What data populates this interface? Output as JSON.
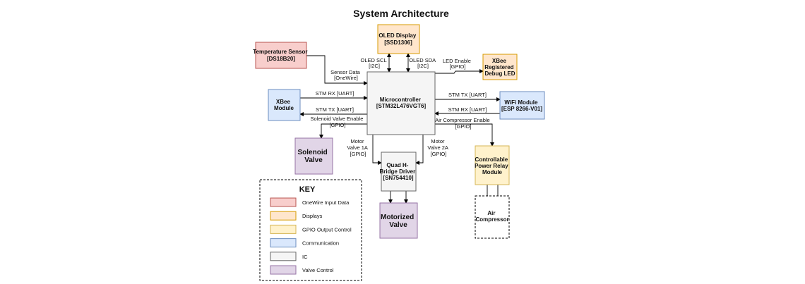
{
  "title": "System Architecture",
  "colors": {
    "red": "#f8cecc",
    "red_stroke": "#b85450",
    "orange": "#ffe6cc",
    "orange_stroke": "#d79b00",
    "yellow": "#fff2cc",
    "yellow_stroke": "#d6b656",
    "blue": "#dae8fc",
    "blue_stroke": "#6c8ebf",
    "gray": "#f5f5f5",
    "gray_stroke": "#666666",
    "purple": "#e1d5e7",
    "purple_stroke": "#9673a6"
  },
  "blocks": {
    "temp_sensor": [
      "Temperature Sensor",
      "[DS18B20]"
    ],
    "oled": [
      "OLED Display",
      "[SSD1306]"
    ],
    "xbee_led": [
      "XBee",
      "Registered",
      "Debug LED"
    ],
    "xbee_module": [
      "XBee",
      "Module"
    ],
    "mcu": [
      "Microcontroller",
      "[STM32L476VGT6]"
    ],
    "wifi": [
      "WiFi Module",
      "[ESP 8266-V01]"
    ],
    "solenoid": [
      "Solenoid",
      "Valve"
    ],
    "hbridge": [
      "Quad H-",
      "Bridge Driver",
      "[SN754410]"
    ],
    "relay": [
      "Controllable",
      "Power Relay",
      "Module"
    ],
    "motor_valve": [
      "Motorized",
      "Valve"
    ],
    "air_comp": [
      "Air",
      "Compressor"
    ]
  },
  "connections": {
    "sensor_data": [
      "Sensor Data",
      "[OneWire]"
    ],
    "oled_scl": [
      "OLED SCL",
      "[I2C]"
    ],
    "oled_sda": [
      "OLED SDA",
      "[I2C]"
    ],
    "led_enable": [
      "LED Enable",
      "[GPIO]"
    ],
    "stm_rx_left": "STM RX [UART]",
    "stm_tx_left": "STM TX [UART]",
    "stm_tx_right": "STM TX [UART]",
    "stm_rx_right": "STM RX [UART]",
    "solenoid_enable": [
      "Solenoid Valve Enable",
      "[GPIO]"
    ],
    "air_enable": [
      "Air Compressor Enable",
      "[GPIO]"
    ],
    "motor_1a": [
      "Motor",
      "Valve 1A",
      "[GPIO]"
    ],
    "motor_2a": [
      "Motor",
      "Valve 2A",
      "[GPIO]"
    ]
  },
  "key": {
    "title": "KEY",
    "items": [
      {
        "label": "OneWire Input Data",
        "color": "red"
      },
      {
        "label": "Displays",
        "color": "orange"
      },
      {
        "label": "GPIO Output Control",
        "color": "yellow"
      },
      {
        "label": "Communication",
        "color": "blue"
      },
      {
        "label": "IC",
        "color": "gray"
      },
      {
        "label": "Valve Control",
        "color": "purple"
      }
    ]
  }
}
